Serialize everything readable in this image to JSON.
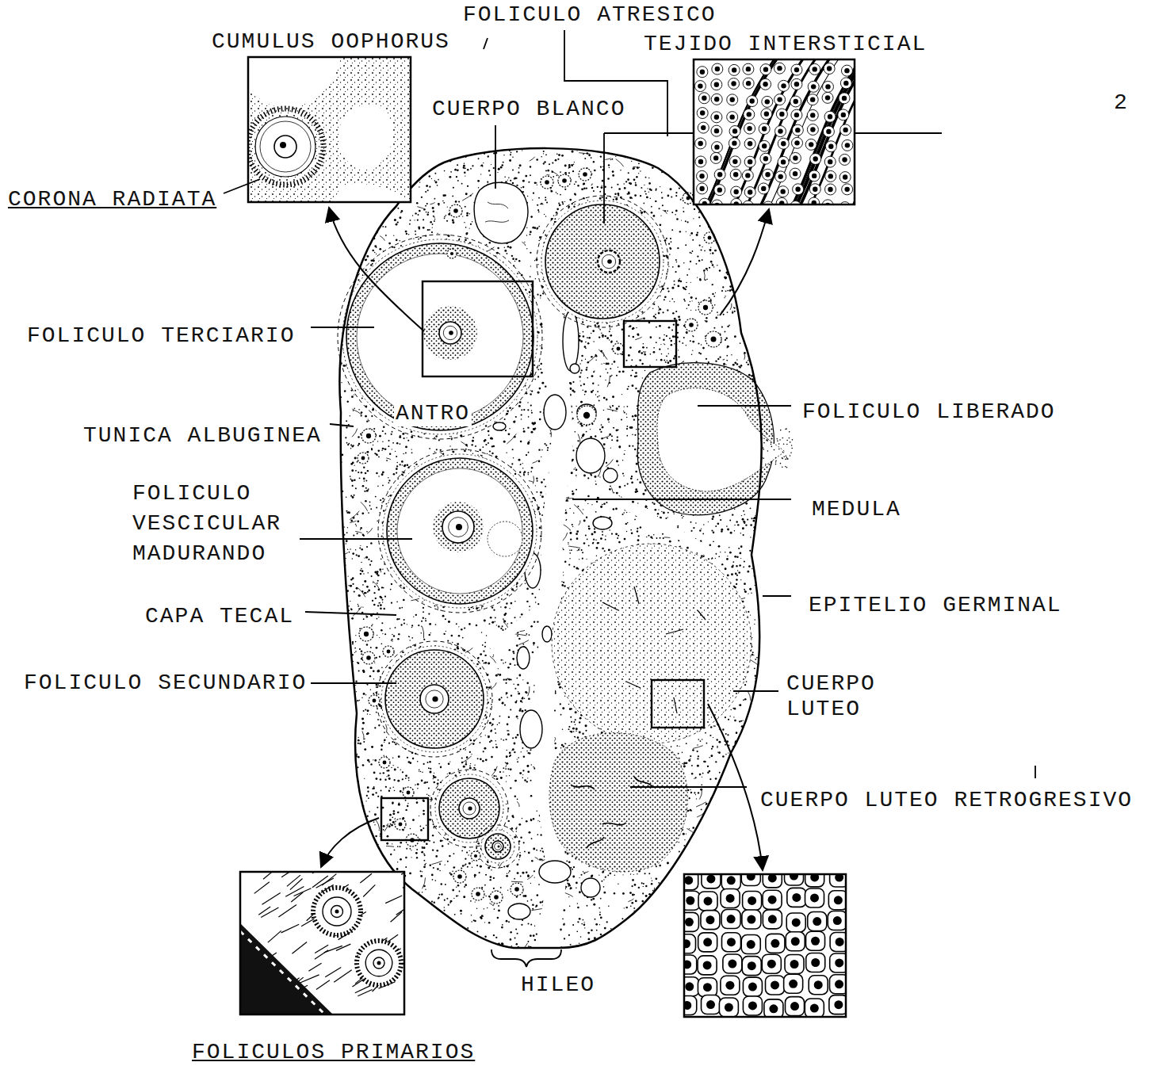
{
  "diagram": {
    "labels": [
      "FOLICULO ATRESICO",
      "CUMULUS OOPHORUS",
      "TEJIDO INTERSTICIAL",
      "CUERPO BLANCO",
      "2",
      "CORONA RADIATA",
      "FOLICULO TERCIARIO",
      "ANTRO",
      "FOLICULO LIBERADO",
      "TUNICA ALBUGINEA",
      "FOLICULO VESCICULAR MADURANDO",
      "MEDULA",
      "EPITELIO GERMINAL",
      "CAPA TECAL",
      "FOLICULO SECUNDARIO",
      "CUERPO LUTEO",
      "CUERPO LUTEO RETROGRESIVO",
      "HILEO",
      "FOLICULOS PRIMARIOS"
    ]
  }
}
